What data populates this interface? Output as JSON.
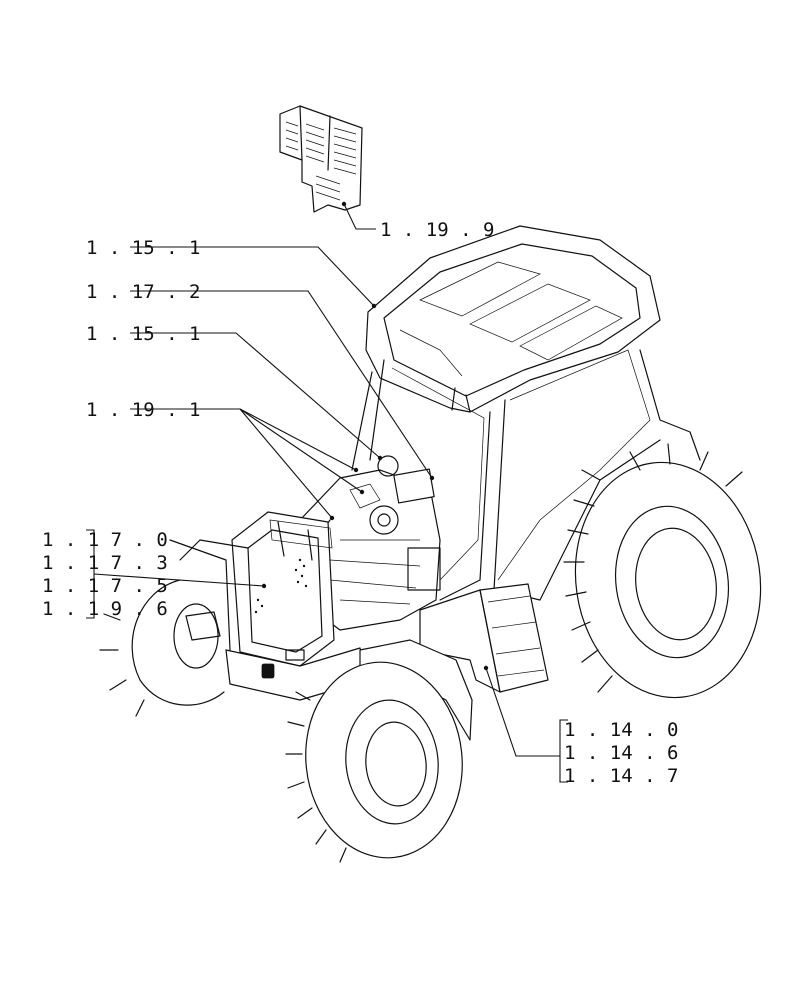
{
  "callouts": {
    "grille_panel": "1 . 19 . 9",
    "cab_roof_top": "1 . 15 . 1",
    "tank": "1 . 17 . 2",
    "cab_roof_mid": "1 . 15 . 1",
    "engine_group": "1 . 19 . 1",
    "front_group": [
      "1 . 1 7 . 0",
      "1 . 1 7 . 3",
      "1 . 1 7 . 5",
      "1 . 1 9 . 6"
    ],
    "step_group": [
      "1 . 14 . 0",
      "1 . 14 . 6",
      "1 . 14 . 7"
    ]
  }
}
